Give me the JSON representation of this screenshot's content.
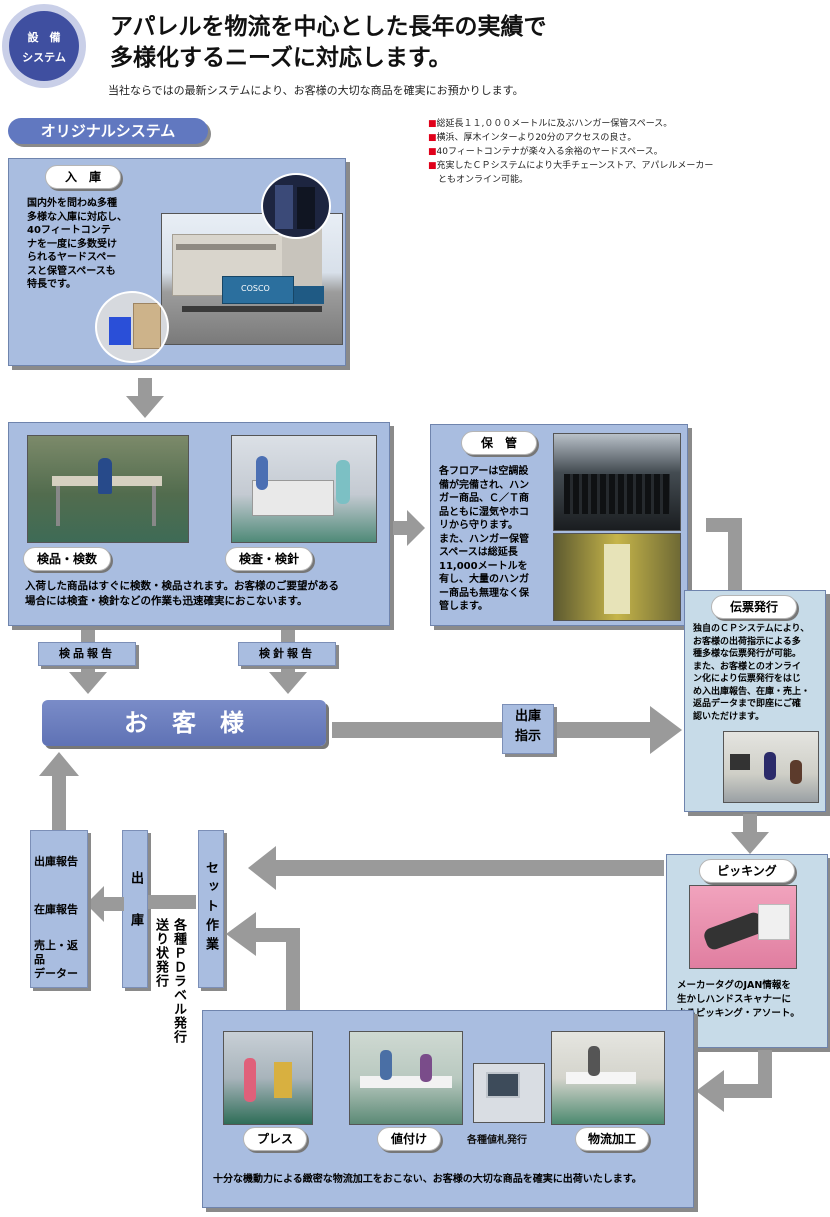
{
  "header": {
    "badge_line1": "設　備",
    "badge_line2": "システム",
    "title_line1": "アパレルを物流を中心とした長年の実績で",
    "title_line2": "多様化するニーズに対応します。",
    "subtitle": "当社ならではの最新システムにより、お客様の大切な商品を確実にお預かりします。"
  },
  "original_system": {
    "label": "オリジナルシステム"
  },
  "features": [
    "総延長１１,０００メートルに及ぶハンガー保管スペース。",
    "横浜、厚木インターより20分のアクセスの良さ。",
    "40フィートコンテナが楽々入る余裕のヤードスペース。",
    "充実したＣＰシステムにより大手チェーンストア、アパレルメーカー",
    "ともオンライン可能。"
  ],
  "nyuko": {
    "label": "入　庫",
    "text": [
      "国内外を問わぬ多種",
      "多様な入庫に対応し、",
      "40フィートコンテ",
      "ナを一度に多数受け",
      "られるヤードスペー",
      "スと保管スペースも",
      "特長です。"
    ],
    "container_text": "COSCO"
  },
  "inspection": {
    "label_left": "検品・検数",
    "label_right": "検査・検針",
    "text_line1": "入荷した商品はすぐに検数・検品されます。お客様のご要望がある",
    "text_line2": "場合には検査・検針などの作業も迅速確実におこないます。"
  },
  "hokan": {
    "label": "保　管",
    "text": [
      "各フロアーは空調設",
      "備が完備され、ハン",
      "ガー商品、Ｃ／Ｔ商",
      "品ともに湿気やホコ",
      "リから守ります。",
      "また、ハンガー保管",
      "スペースは総延長",
      "11,000メートルを",
      "有し、大量のハンガ",
      "ー商品も無理なく保",
      "管します。"
    ]
  },
  "reports": {
    "kenpin": "検品報告",
    "kenshin": "検針報告"
  },
  "customer": {
    "label": "お　客　様"
  },
  "shukko_shiji": {
    "line1": "出庫",
    "line2": "指示"
  },
  "denpyo": {
    "label": "伝票発行",
    "text": [
      "独自のＣＰシステムにより、",
      "お客様の出荷指示による多",
      "種多様な伝票発行が可能。",
      "また、お客様とのオンライ",
      "ン化により伝票発行をはじ",
      "め入出庫報告、在庫・売上・",
      "返品データまで即座にご確",
      "認いただけます。"
    ]
  },
  "picking": {
    "label": "ピッキング",
    "text": [
      "メーカータグのJAN情報を",
      "生かしハンドスキャナーに",
      "よるピッキング・アソート。"
    ]
  },
  "left_reports": {
    "shukko": "出庫報告",
    "zaiko": "在庫報告",
    "uriage_line1": "売上・返品",
    "uriage_line2": "データー"
  },
  "shukko_vertical": "出　庫",
  "set_sagyo": "セット作業",
  "okurijo": {
    "col1": "各種ＰＤラベル発行",
    "col2": "送り状発行"
  },
  "processing": {
    "press": "プレス",
    "nefuke": "値付け",
    "nefuda": "各種値札発行",
    "kako": "物流加工",
    "text": "十分な機動力による緻密な物流加工をおこない、お客様の大切な商品を確実に出荷いたします。"
  },
  "colors": {
    "panel": "#a9bde0",
    "arrow": "#9a9a9a",
    "customer": "#5f72b5",
    "feature_bullet": "#e0001a",
    "badge": "#3f4fa0"
  }
}
